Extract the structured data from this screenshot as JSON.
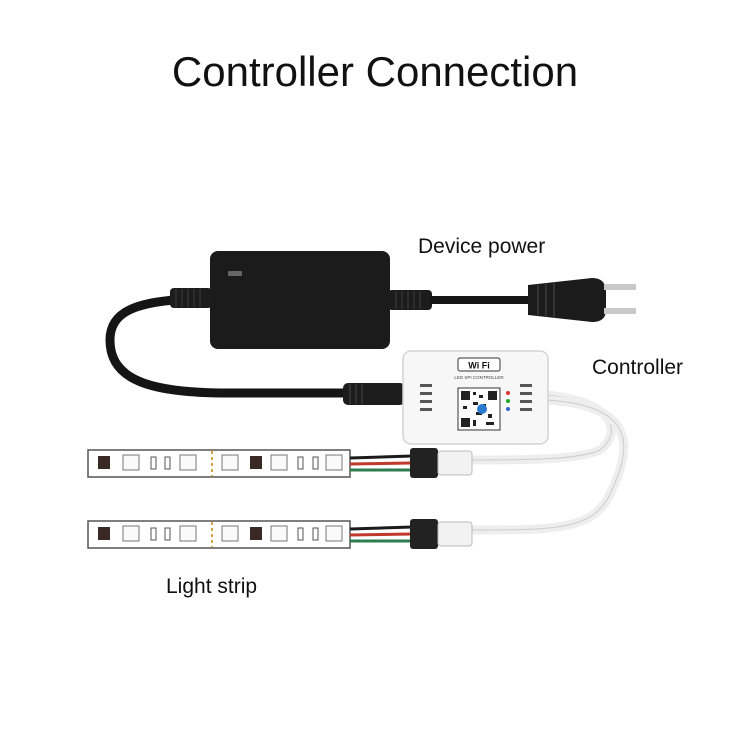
{
  "title": "Controller Connection",
  "labels": {
    "device_power": "Device power",
    "controller": "Controller",
    "light_strip": "Light strip"
  },
  "controller_box": {
    "brand_badge": "Wi Fi",
    "subtitle": "LED SPI CONTROLLER"
  },
  "colors": {
    "adapter": "#1b1b1b",
    "cable_white": "#f2f2f2",
    "strip_base": "#ffffff",
    "led_dark": "#3a2a26",
    "wire_red": "#c0392b",
    "wire_green": "#2e7d4f"
  }
}
